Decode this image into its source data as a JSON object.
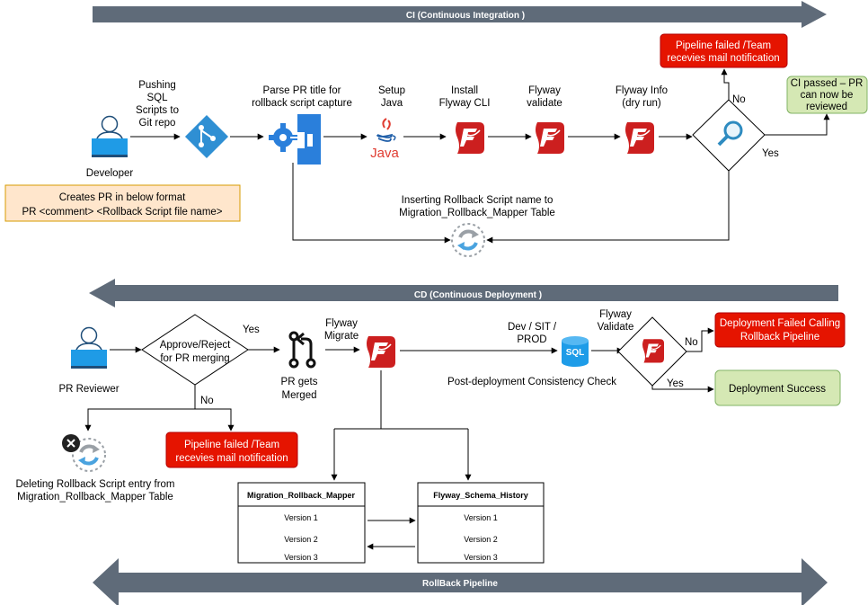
{
  "banners": {
    "ci": "CI (Continuous Integration )",
    "cd": "CD (Continuous Deployment )",
    "rollback": "RollBack Pipeline"
  },
  "ci": {
    "developer": "Developer",
    "pushing": [
      "Pushing",
      "SQL",
      "Scripts to",
      "Git repo"
    ],
    "parse": [
      "Parse PR title for",
      "rollback script capture"
    ],
    "setup_java": [
      "Setup",
      "Java"
    ],
    "java_logo": "Java",
    "install_flyway": [
      "Install",
      "Flyway CLI"
    ],
    "flyway_validate": [
      "Flyway",
      "validate"
    ],
    "flyway_info": [
      "Flyway Info",
      "(dry run)"
    ],
    "fail_box": [
      "Pipeline failed /Team",
      "recevies mail notification"
    ],
    "pass_box": [
      "CI passed – PR",
      "can now be",
      "reviewed"
    ],
    "no": "No",
    "yes": "Yes",
    "pr_format": [
      "Creates PR in below format",
      "PR <comment> <Rollback Script file name>"
    ],
    "insert_rollback": [
      "Inserting Rollback Script name to",
      "Migration_Rollback_Mapper Table"
    ]
  },
  "cd": {
    "reviewer": "PR Reviewer",
    "approve": [
      "Approve/Reject",
      "for PR merging"
    ],
    "yes": "Yes",
    "no": "No",
    "merged": [
      "PR gets",
      "Merged"
    ],
    "flyway_migrate": [
      "Flyway",
      "Migrate"
    ],
    "env": [
      "Dev / SIT /",
      "PROD"
    ],
    "sql_badge": "SQL",
    "post_check": "Post-deployment Consistency Check",
    "flyway_validate": [
      "Flyway",
      "Validate"
    ],
    "fail_box": [
      "Deployment Failed Calling",
      "Rollback Pipeline"
    ],
    "success_box": "Deployment Success",
    "no2": "No",
    "yes2": "Yes",
    "reject_box": [
      "Pipeline failed /Team",
      "recevies mail notification"
    ],
    "delete_text": [
      "Deleting Rollback Script entry from",
      "Migration_Rollback_Mapper Table"
    ]
  },
  "tables": {
    "mapper": {
      "title": "Migration_Rollback_Mapper",
      "rows": [
        "Version 1",
        "Version 2",
        "Version 3"
      ]
    },
    "history": {
      "title": "Flyway_Schema_History",
      "rows": [
        "Version 1",
        "Version 2",
        "Version 3"
      ]
    }
  },
  "colors": {
    "banner": "#5f6b79",
    "fail_box": "#e51400",
    "pass_box": "#d5e8b4",
    "pr_box": "#ffe6cc",
    "flyway_red": "#cc1f1f",
    "git": "#2f8fd3",
    "sql": "#1e9ce8"
  }
}
